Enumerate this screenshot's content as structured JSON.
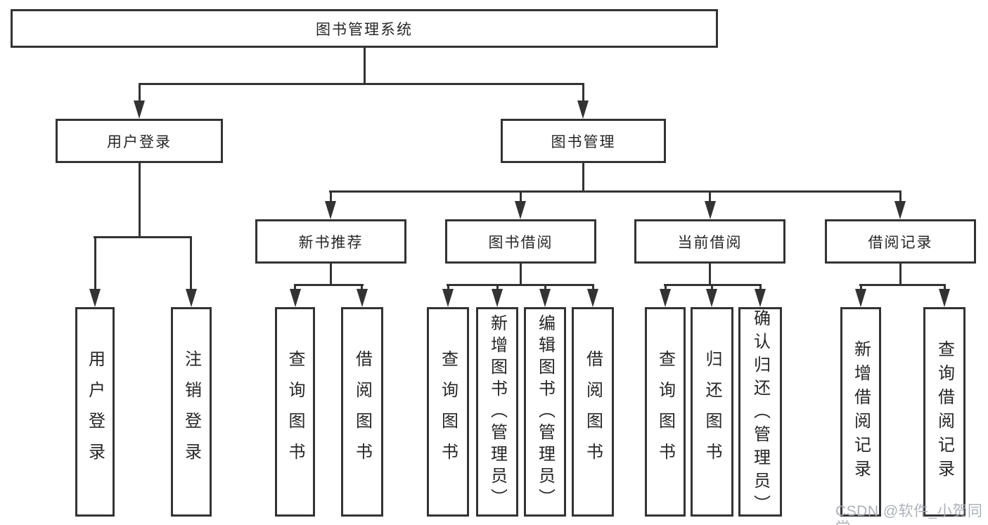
{
  "nodes": {
    "root": "图书管理系统",
    "user_login": "用户登录",
    "book_management": "图书管理",
    "new_book_recommend": "新书推荐",
    "book_borrow": "图书借阅",
    "current_borrow": "当前借阅",
    "borrow_record": "借阅记录",
    "leaf_user_login": "用户登录",
    "leaf_logout": "注销登录",
    "leaf_a_query_books": "查询图书",
    "leaf_a_borrow_books": "借阅图书",
    "leaf_b_query_books": "查询图书",
    "leaf_b_add_books_admin": "新增图书（管理员）",
    "leaf_b_edit_books_admin": "编辑图书（管理员）",
    "leaf_b_borrow_books": "借阅图书",
    "leaf_c_query_books": "查询图书",
    "leaf_c_return_books": "归还图书",
    "leaf_c_confirm_return_admin": "确认归还（管理员）",
    "leaf_d_add_record": "新增借阅记录",
    "leaf_d_query_record": "查询借阅记录"
  },
  "colors": {
    "line": "#333333",
    "box_border": "#333333",
    "box_fill": "#ffffff",
    "text": "#262626",
    "watermark": "#a8adb5"
  },
  "watermark": {
    "text": "CSDN @软件_小贺同学"
  }
}
